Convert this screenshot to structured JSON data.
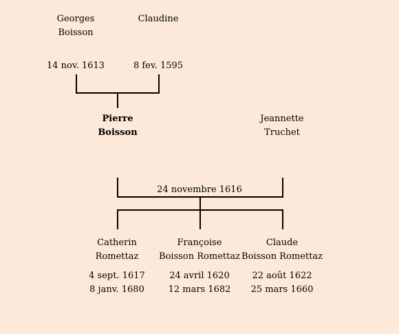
{
  "grandparents": {
    "father": {
      "first": "Georges",
      "last": "Boisson",
      "date": "14 nov. 1613"
    },
    "mother": {
      "first": "Claudine",
      "last": "",
      "date": "8 fev. 1595"
    }
  },
  "parents": {
    "father": {
      "first": "Pierre",
      "last": "Boisson"
    },
    "mother": {
      "first": "Jeannette",
      "last": "Truchet"
    },
    "marriage_date": "24 novembre 1616"
  },
  "children": [
    {
      "first": "Catherin",
      "last": "Romettaz",
      "birth": "4 sept. 1617",
      "death": "8 janv. 1680"
    },
    {
      "first": "Françoise",
      "last": "Boisson Romettaz",
      "birth": "24 avril 1620",
      "death": "12 mars 1682"
    },
    {
      "first": "Claude",
      "last": "Boisson Romettaz",
      "birth": "22 août 1622",
      "death": "25 mars 1660"
    }
  ],
  "colors": {
    "background": "#fde9d9",
    "line": "#000000"
  }
}
